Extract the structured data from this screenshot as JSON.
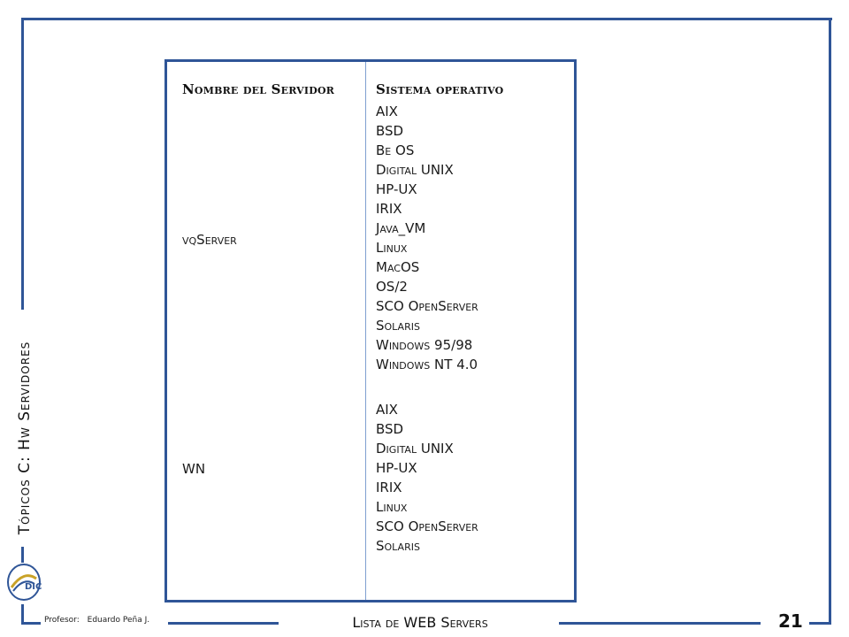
{
  "sidebar": {
    "title": "Tópicos C: Hw Servidores"
  },
  "table": {
    "headers": {
      "server": "Nombre del Servidor",
      "os": "Sistema operativo"
    },
    "rows": [
      {
        "server": "vqServer",
        "os": [
          "AIX",
          "BSD",
          "Be OS",
          "Digital UNIX",
          "HP-UX",
          "IRIX",
          "Java_VM",
          "Linux",
          "MacOS",
          "OS/2",
          "SCO OpenServer",
          "Solaris",
          "Windows 95/98",
          "Windows NT 4.0"
        ]
      },
      {
        "server": "WN",
        "os": [
          "AIX",
          "BSD",
          "Digital UNIX",
          "HP-UX",
          "IRIX",
          "Linux",
          "SCO OpenServer",
          "Solaris"
        ]
      }
    ]
  },
  "footer": {
    "profesor_label": "Profesor:",
    "profesor_name": "Eduardo Peña J.",
    "title": "Lista de WEB Servers",
    "page_number": "21"
  },
  "logo": {
    "text": "DIC"
  },
  "colors": {
    "frame": "#2f5597",
    "divider": "#7f9fd0"
  }
}
